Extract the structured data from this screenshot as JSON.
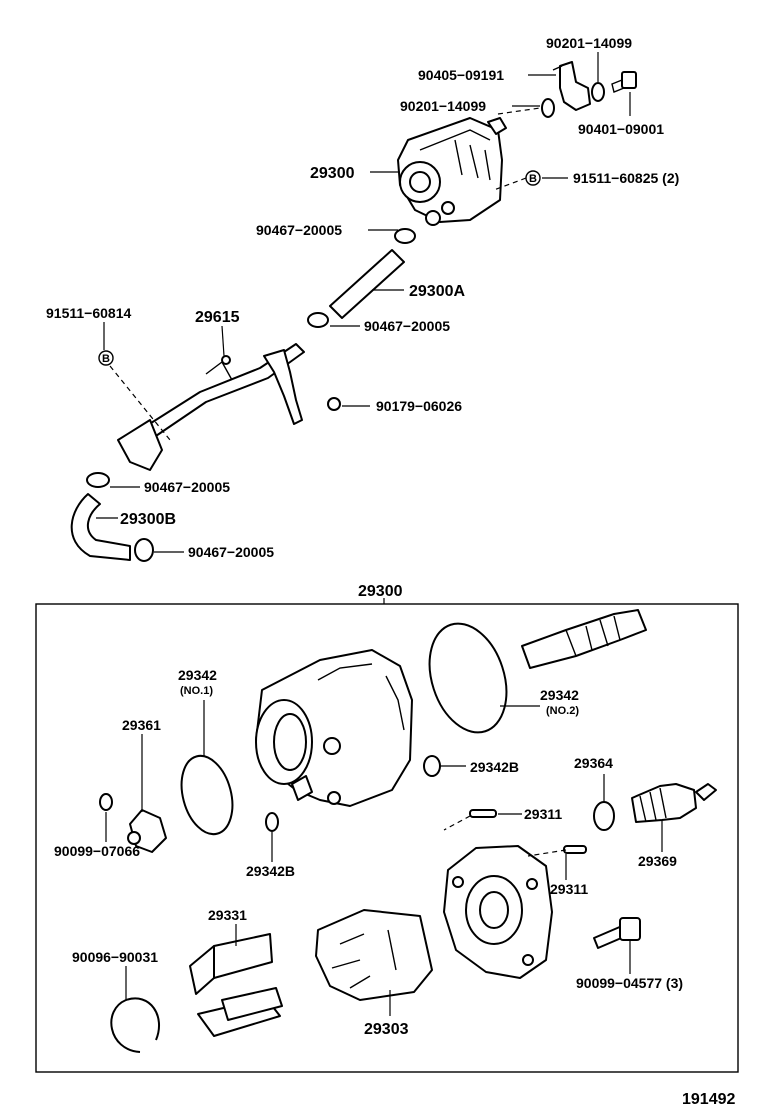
{
  "labels": {
    "p90201_top": "90201−14099",
    "p90405": "90405−09191",
    "p90201_mid": "90201−14099",
    "p90401": "90401−09001",
    "p29300_top": "29300",
    "p91511_825": "91511−60825 (2)",
    "p90467_a": "90467−20005",
    "p29300A": "29300A",
    "p91511_814": "91511−60814",
    "p29615": "29615",
    "p90467_b": "90467−20005",
    "p90179": "90179−06026",
    "p90467_c": "90467−20005",
    "p29300B": "29300B",
    "p90467_d": "90467−20005",
    "box_title": "29300",
    "p29342_no1": "29342",
    "p29342_no1_sub": "(NO.1)",
    "p29342_no2": "29342",
    "p29342_no2_sub": "(NO.2)",
    "p29361": "29361",
    "p29342B_right": "29342B",
    "p29364": "29364",
    "p90099_07066": "90099−07066",
    "p29342B_left": "29342B",
    "p29311_top": "29311",
    "p29369": "29369",
    "p29311_bot": "29311",
    "p29331": "29331",
    "p90096": "90096−90031",
    "p90099_04577": "90099−04577 (3)",
    "p29303": "29303",
    "diagram_id": "191492",
    "marker_b": "B"
  }
}
